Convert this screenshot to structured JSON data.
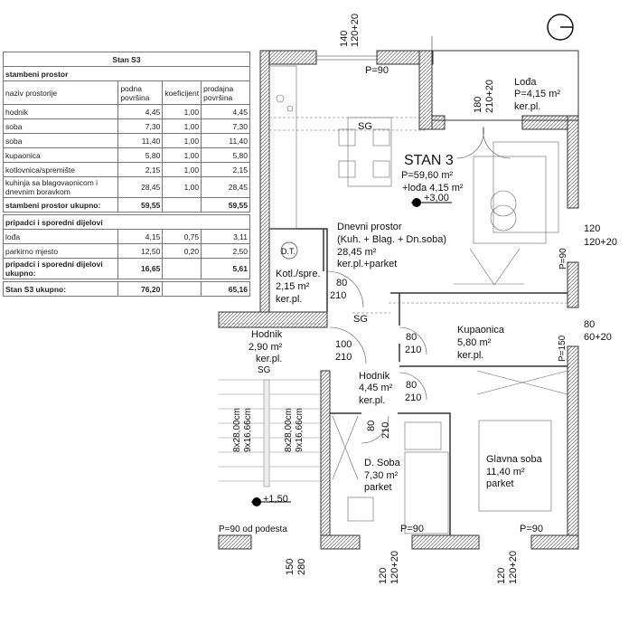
{
  "table": {
    "title": "Stan S3",
    "section1": "stambeni prostor",
    "headers": [
      "naziv prostorije",
      "podna površina",
      "koeficijent",
      "prodajna površina"
    ],
    "rows": [
      [
        "hodnik",
        "4,45",
        "1,00",
        "4,45"
      ],
      [
        "soba",
        "7,30",
        "1,00",
        "7,30"
      ],
      [
        "soba",
        "11,40",
        "1,00",
        "11,40"
      ],
      [
        "kupaonica",
        "5,80",
        "1,00",
        "5,80"
      ],
      [
        "kotlovnica/spremište",
        "2,15",
        "1,00",
        "2,15"
      ],
      [
        "kuhinja sa blagovaonicom i dnevnim boravkom",
        "28,45",
        "1,00",
        "28,45"
      ]
    ],
    "subtotal1": [
      "stambeni prostor ukupno:",
      "59,55",
      "",
      "59,55"
    ],
    "section2": "pripadci i sporedni dijelovi",
    "rows2": [
      [
        "lođa",
        "4,15",
        "0,75",
        "3,11"
      ],
      [
        "parkirno mjesto",
        "12,50",
        "0,20",
        "2,50"
      ]
    ],
    "subtotal2": [
      "pripadci i sporedni dijelovi ukupno:",
      "16,65",
      "",
      "5,61"
    ],
    "total": [
      "Stan S3 ukupno:",
      "76,20",
      "",
      "65,16"
    ]
  },
  "plan": {
    "apt_title": "STAN 3",
    "apt_area": "P=59,60 m²",
    "apt_loggia": "+lođa 4,15 m²",
    "level_top": "+3,00",
    "level_stair": "+1,50",
    "loggia": [
      "Lođa",
      "P=4,15 m²",
      "ker.pl."
    ],
    "living": [
      "Dnevni prostor",
      "(Kuh. + Blag. + Dn.soba)",
      "28,45 m²",
      "ker.pl.+parket"
    ],
    "boiler": [
      "Kotl./spre.",
      "2,15 m²",
      "ker.pl."
    ],
    "dt": "D.T.",
    "hall1": [
      "Hodnik",
      "2,90 m²",
      "ker.pl."
    ],
    "hall2": [
      "Hodnik",
      "4,45 m²",
      "ker.pl."
    ],
    "bath": [
      "Kupaonica",
      "5,80 m²",
      "ker.pl."
    ],
    "room1": [
      "D. Soba",
      "7,30 m²",
      "parket"
    ],
    "room2": [
      "Glavna soba",
      "11,40 m²",
      "parket"
    ],
    "sg": "SG",
    "dims": {
      "top_w1": "140",
      "top_w2": "120+20",
      "p90": "P=90",
      "loggia_d1": "180",
      "loggia_d2": "210+20",
      "right_w1": "120",
      "right_w2": "120+20",
      "p90v": "P=90",
      "bath_w1": "80",
      "bath_w2": "60+20",
      "p150": "P=150",
      "d80": "80",
      "d210": "210",
      "d100": "100",
      "stair1": "8x28,00cm",
      "stair2": "9x16,66cm",
      "p90_podest": "P=90 od podesta",
      "bot1a": "150",
      "bot1b": "280",
      "bot2a": "120",
      "bot2b": "120+20"
    }
  }
}
